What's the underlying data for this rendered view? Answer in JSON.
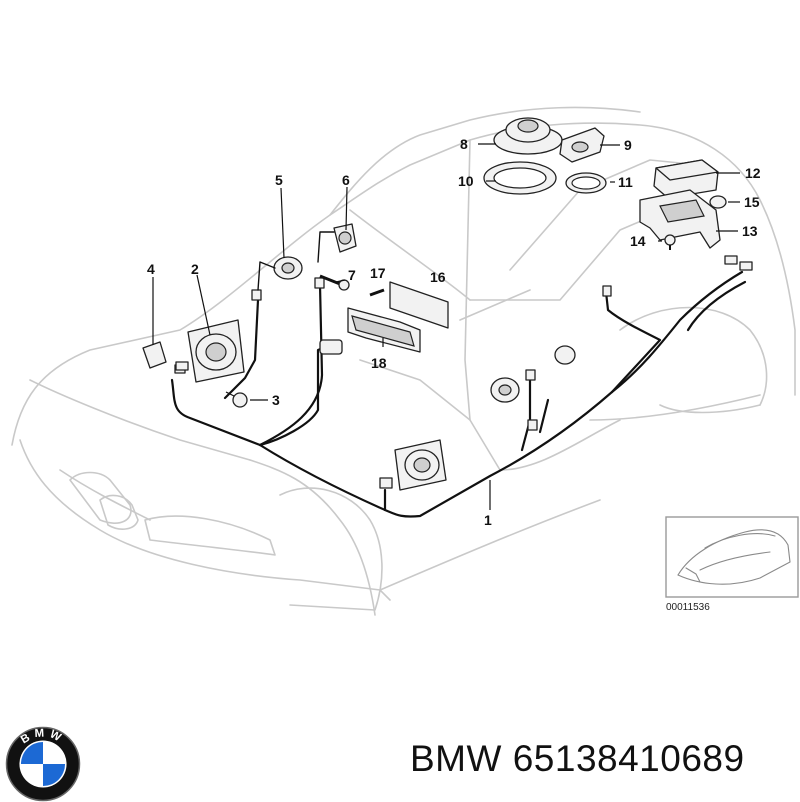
{
  "diagram": {
    "callouts": [
      "1",
      "2",
      "3",
      "4",
      "5",
      "6",
      "7",
      "8",
      "9",
      "10",
      "11",
      "12",
      "13",
      "14",
      "15",
      "16",
      "17",
      "18"
    ],
    "thumbnail_id": "00011536"
  },
  "caption": {
    "brand": "BMW",
    "part_number": "65138410689"
  },
  "logo": {
    "letters": "BMW",
    "colors": {
      "blue": "#1c69d4",
      "white": "#ffffff",
      "ring": "#111111"
    }
  }
}
